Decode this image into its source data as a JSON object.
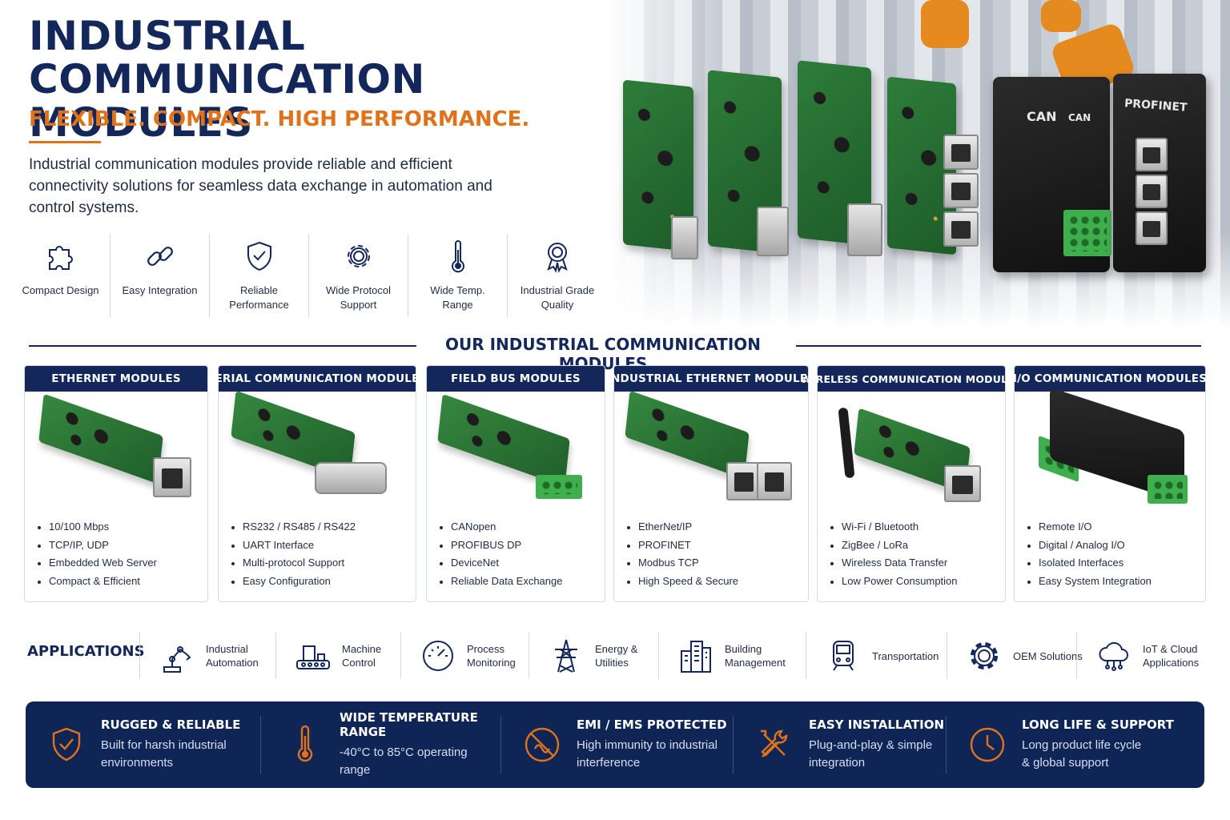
{
  "hero": {
    "title_line1": "INDUSTRIAL",
    "title_line2": "COMMUNICATION MODULES",
    "tagline": "FLEXIBLE. COMPACT. HIGH PERFORMANCE.",
    "description": "Industrial communication modules provide reliable and efficient connectivity solutions for seamless data exchange in automation and control systems.",
    "device_labels": {
      "can_box": "CAN",
      "can_box_small": "CAN",
      "profinet_box": "PROFINET"
    }
  },
  "features": [
    {
      "icon": "puzzle-icon",
      "label": "Compact Design"
    },
    {
      "icon": "link-icon",
      "label": "Easy Integration"
    },
    {
      "icon": "shield-check-icon",
      "label": "Reliable Performance"
    },
    {
      "icon": "gear-icon",
      "label": "Wide Protocol Support"
    },
    {
      "icon": "thermometer-icon",
      "label": "Wide Temp. Range"
    },
    {
      "icon": "award-ribbon-icon",
      "label": "Industrial Grade Quality"
    }
  ],
  "section": {
    "title": "OUR INDUSTRIAL COMMUNICATION MODULES"
  },
  "modules": [
    {
      "title": "ETHERNET MODULES",
      "items": [
        "10/100 Mbps",
        "TCP/IP, UDP",
        "Embedded Web Server",
        "Compact & Efficient"
      ]
    },
    {
      "title": "SERIAL COMMUNICATION MODULES",
      "items": [
        "RS232 / RS485 / RS422",
        "UART Interface",
        "Multi-protocol Support",
        "Easy Configuration"
      ]
    },
    {
      "title": "FIELD BUS MODULES",
      "items": [
        "CANopen",
        "PROFIBUS DP",
        "DeviceNet",
        "Reliable Data Exchange"
      ]
    },
    {
      "title": "INDUSTRIAL ETHERNET MODULES",
      "items": [
        "EtherNet/IP",
        "PROFINET",
        "Modbus TCP",
        "High Speed & Secure"
      ]
    },
    {
      "title": "WIRELESS COMMUNICATION MODULES",
      "items": [
        "Wi-Fi / Bluetooth",
        "ZigBee / LoRa",
        "Wireless Data Transfer",
        "Low Power Consumption"
      ]
    },
    {
      "title": "I/O COMMUNICATION MODULES",
      "items": [
        "Remote I/O",
        "Digital / Analog I/O",
        "Isolated Interfaces",
        "Easy System Integration"
      ]
    }
  ],
  "applications": {
    "title": "APPLICATIONS",
    "items": [
      {
        "icon": "robot-arm-icon",
        "label": "Industrial Automation"
      },
      {
        "icon": "factory-machine-icon",
        "label": "Machine Control"
      },
      {
        "icon": "gauge-icon",
        "label": "Process Monitoring"
      },
      {
        "icon": "power-tower-icon",
        "label": "Energy & Utilities"
      },
      {
        "icon": "buildings-icon",
        "label": "Building Management"
      },
      {
        "icon": "train-icon",
        "label": "Transportation"
      },
      {
        "icon": "gear-icon",
        "label": "OEM Solutions"
      },
      {
        "icon": "cloud-network-icon",
        "label": "IoT & Cloud Applications"
      }
    ]
  },
  "banner": [
    {
      "icon": "shield-check-icon",
      "title": "RUGGED & RELIABLE",
      "desc": "Built for harsh industrial environments"
    },
    {
      "icon": "thermometer-icon",
      "title": "WIDE TEMPERATURE RANGE",
      "desc": "-40°C to 85°C operating range"
    },
    {
      "icon": "emi-protected-icon",
      "title": "EMI / EMS PROTECTED",
      "desc": "High immunity to industrial interference"
    },
    {
      "icon": "tools-icon",
      "title": "EASY INSTALLATION",
      "desc": "Plug-and-play & simple integration"
    },
    {
      "icon": "clock-icon",
      "title": "LONG LIFE & SUPPORT",
      "desc": "Long product life cycle & global support"
    }
  ],
  "colors": {
    "navy": "#13275a",
    "orange": "#e0721c",
    "banner_bg": "#0f2556",
    "pcb_green": "#2e7d3a"
  }
}
